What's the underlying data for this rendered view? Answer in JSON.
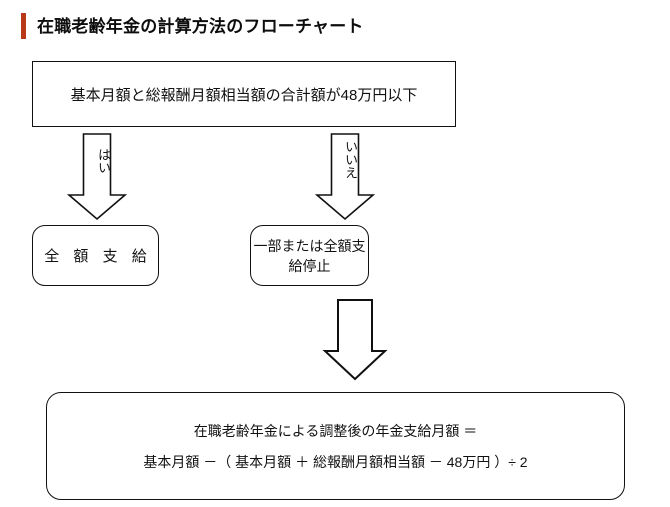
{
  "header": {
    "title": "在職老齢年金の計算方法のフローチャート",
    "accent_color": "#b8391a"
  },
  "flow": {
    "condition": {
      "text": "基本月額と総報酬月額相当額の合計額が48万円以下"
    },
    "branches": [
      {
        "label": "はい",
        "result": "全 額 支 給"
      },
      {
        "label": "いいえ",
        "result": "一部または全額支給停止"
      }
    ],
    "result_box": {
      "line1": "在職老齢年金による調整後の年金支給月額 ＝",
      "line2": "基本月額 －（ 基本月額 ＋ 総報酬月額相当額 － 48万円 ）÷ 2"
    }
  },
  "style": {
    "line_color": "#111111",
    "background": "#ffffff"
  }
}
